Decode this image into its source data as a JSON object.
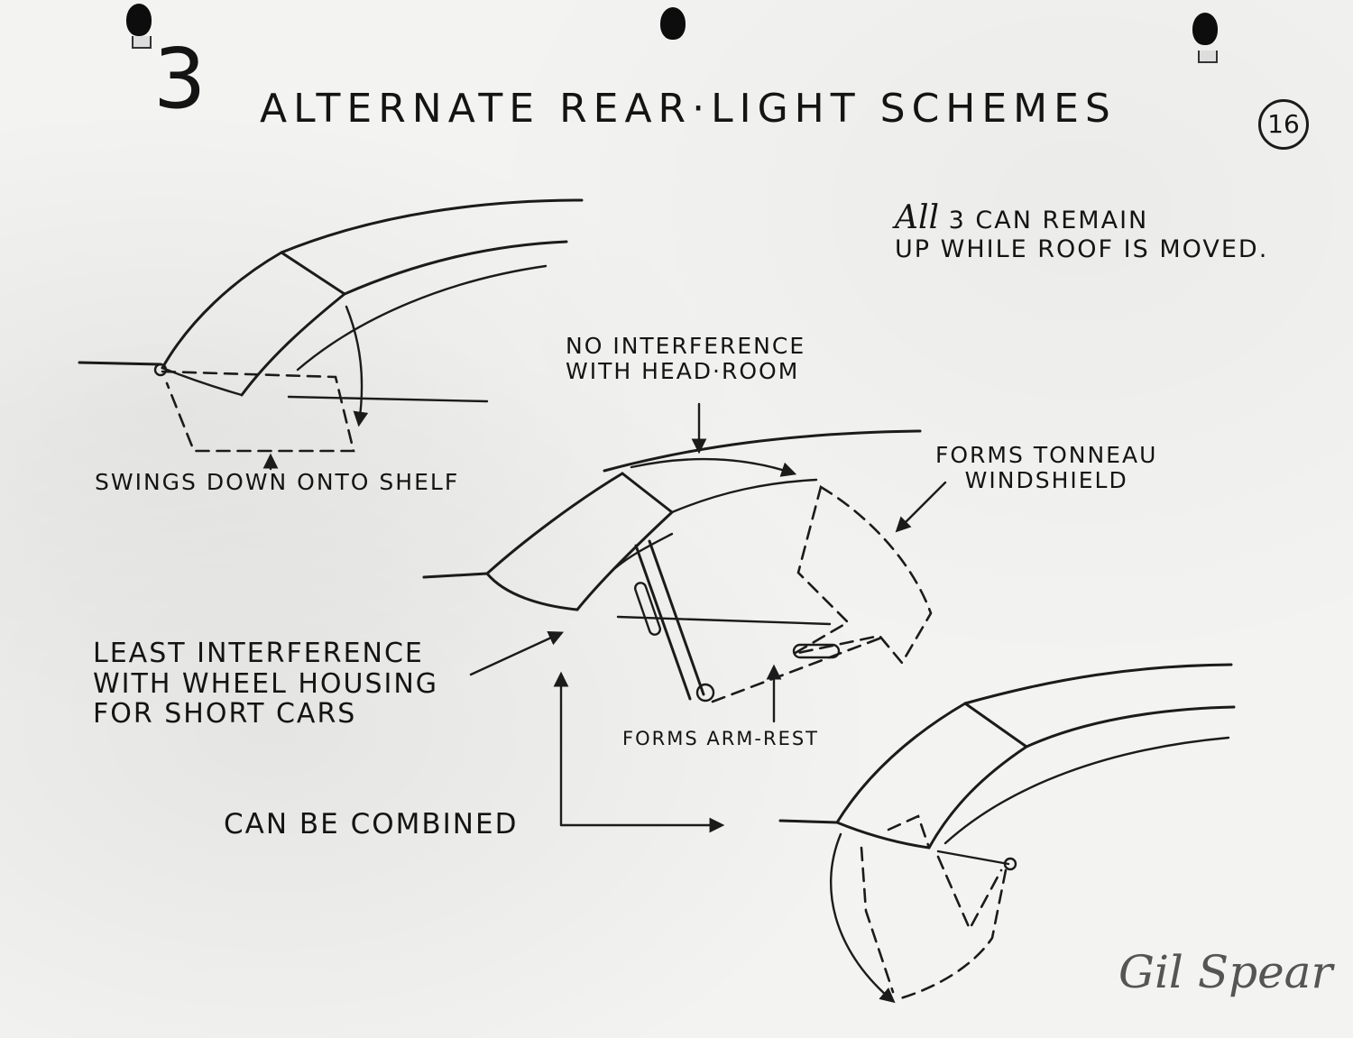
{
  "title": {
    "number": "3",
    "text": "ALTERNATE REAR·LIGHT SCHEMES",
    "page_number": "16"
  },
  "note": {
    "prefix": "All",
    "line1": "3 CAN REMAIN",
    "line2": "UP WHILE ROOF IS MOVED."
  },
  "labels": {
    "swings_down": "SWINGS DOWN ONTO SHELF",
    "headroom_line1": "NO INTERFERENCE",
    "headroom_line2": "WITH HEAD·ROOM",
    "tonneau_line1": "FORMS TONNEAU",
    "tonneau_line2": "WINDSHIELD",
    "wheel_line1": "LEAST INTERFERENCE",
    "wheel_line2": "WITH WHEEL HOUSING",
    "wheel_line3": "FOR SHORT CARS",
    "armrest": "FORMS ARM-REST",
    "combined": "CAN BE COMBINED"
  },
  "signature": "Gil Spear",
  "colors": {
    "ink": "#1b1b1b",
    "paper": "#f3f3f1"
  }
}
